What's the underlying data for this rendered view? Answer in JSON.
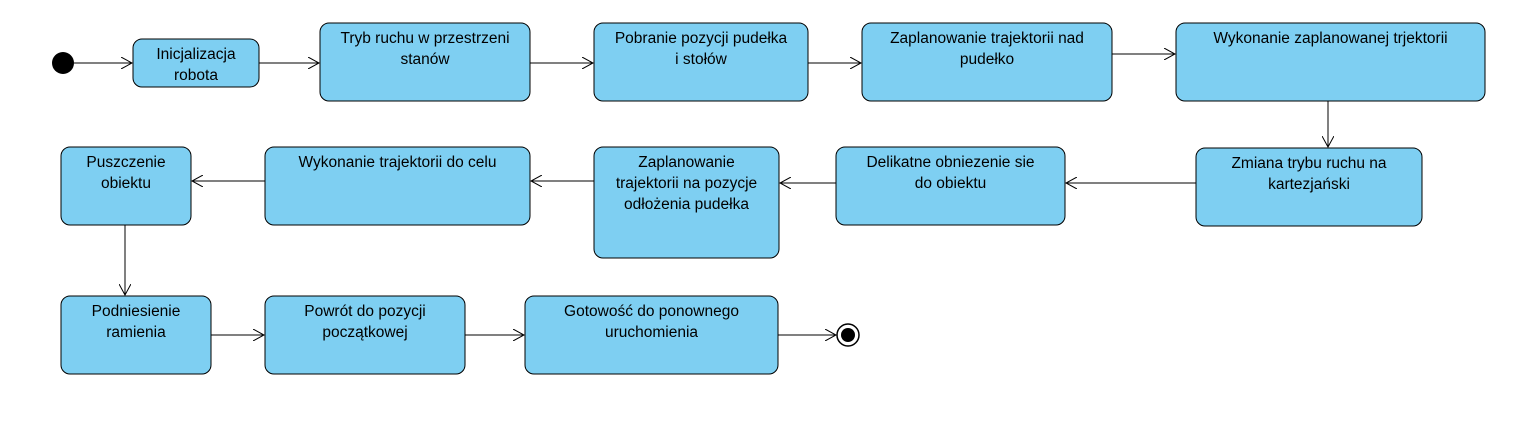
{
  "diagram": {
    "type": "uml-activity",
    "colors": {
      "state_fill": "#7ecff2",
      "stroke": "#000000",
      "text": "#000000"
    },
    "start_node": "initial-node",
    "end_node": "final-node",
    "states": [
      {
        "id": "s1",
        "lines": [
          "Inicjalizacja",
          "robota"
        ]
      },
      {
        "id": "s2",
        "lines": [
          "Tryb ruchu w przestrzeni",
          "stanów"
        ]
      },
      {
        "id": "s3",
        "lines": [
          "Pobranie pozycji pudełka",
          "i stołów"
        ]
      },
      {
        "id": "s4",
        "lines": [
          "Zaplanowanie trajektorii nad",
          "pudełko"
        ]
      },
      {
        "id": "s5",
        "lines": [
          "Wykonanie zaplanowanej trjektorii"
        ]
      },
      {
        "id": "s6",
        "lines": [
          "Zmiana trybu ruchu na",
          "kartezjański"
        ]
      },
      {
        "id": "s7",
        "lines": [
          "Delikatne obniezenie sie",
          "do obiektu"
        ]
      },
      {
        "id": "s8",
        "lines": [
          "Zaplanowanie",
          "trajektorii na pozycje",
          "odłożenia pudełka"
        ]
      },
      {
        "id": "s9",
        "lines": [
          "Wykonanie trajektorii do celu"
        ]
      },
      {
        "id": "s10",
        "lines": [
          "Puszczenie",
          "obiektu"
        ]
      },
      {
        "id": "s11",
        "lines": [
          "Podniesienie",
          "ramienia"
        ]
      },
      {
        "id": "s12",
        "lines": [
          "Powrót do pozycji",
          "początkowej"
        ]
      },
      {
        "id": "s13",
        "lines": [
          "Gotowość do ponownego",
          "uruchomienia"
        ]
      }
    ],
    "flow": [
      "initial-node",
      "s1",
      "s2",
      "s3",
      "s4",
      "s5",
      "s6",
      "s7",
      "s8",
      "s9",
      "s10",
      "s11",
      "s12",
      "s13",
      "final-node"
    ]
  }
}
